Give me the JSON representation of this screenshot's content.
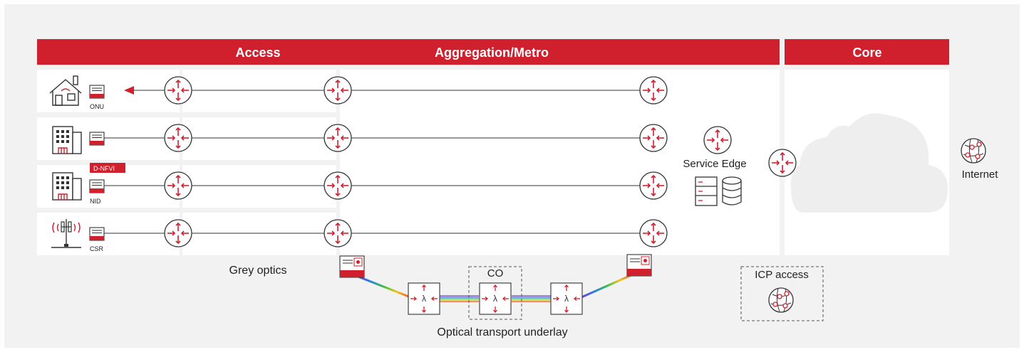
{
  "headers": {
    "access": "Access",
    "aggregation": "Aggregation/Metro",
    "core": "Core"
  },
  "devices": {
    "onu": "ONU",
    "dnfvi": "D-NFVI",
    "nid": "NID",
    "csr": "CSR"
  },
  "labels": {
    "service_edge": "Service Edge",
    "internet": "Internet",
    "grey_optics": "Grey optics",
    "co": "CO",
    "icp_access": "ICP access",
    "optical_underlay": "Optical transport underlay",
    "lambda": "λ"
  },
  "colors": {
    "accent": "#d0202e",
    "background": "#f2f2f2",
    "panel": "#ffffff",
    "line": "#333333",
    "cloud": "#eeeeee"
  }
}
